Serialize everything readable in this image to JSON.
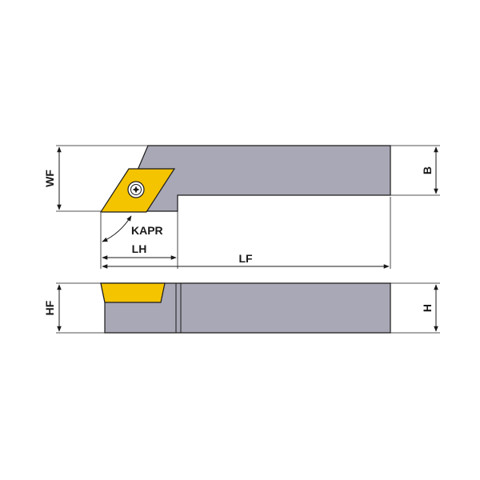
{
  "diagram": {
    "colors": {
      "holder_body": "#a9a8b6",
      "insert": "#f5c400",
      "outline": "#1a1a1a",
      "background": "#ffffff"
    },
    "labels": {
      "wf": "WF",
      "b": "B",
      "kapr": "KAPR",
      "lh": "LH",
      "lf": "LF",
      "hf": "HF",
      "h": "H"
    },
    "icons": {
      "insert_screw": "torx-screw-icon"
    }
  }
}
